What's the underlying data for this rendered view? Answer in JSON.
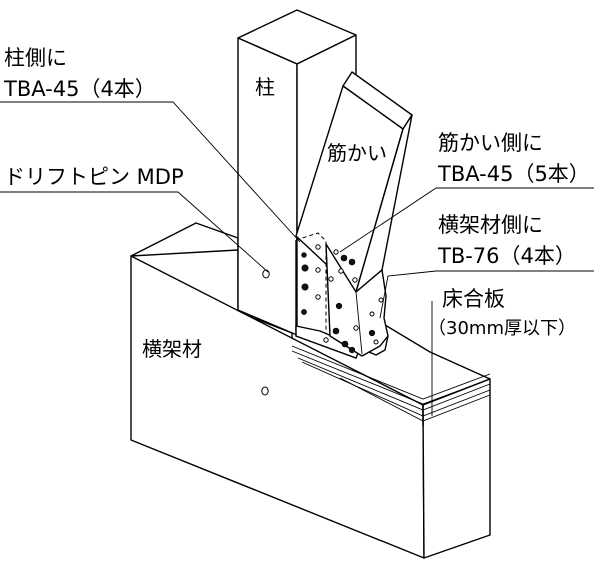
{
  "labels": {
    "column_side": "柱側に",
    "column_spec": "TBA-45（4本）",
    "drift_pin": "ドリフトピン  MDP",
    "brace_side": "筋かい側に",
    "brace_spec": "TBA-45（5本）",
    "beam_side": "横架材側に",
    "beam_spec": "TB-76（4本）",
    "floor_board": "床合板",
    "floor_spec": "（30mm厚以下）"
  },
  "parts": {
    "column": "柱",
    "brace": "筋かい",
    "beam": "横架材"
  }
}
